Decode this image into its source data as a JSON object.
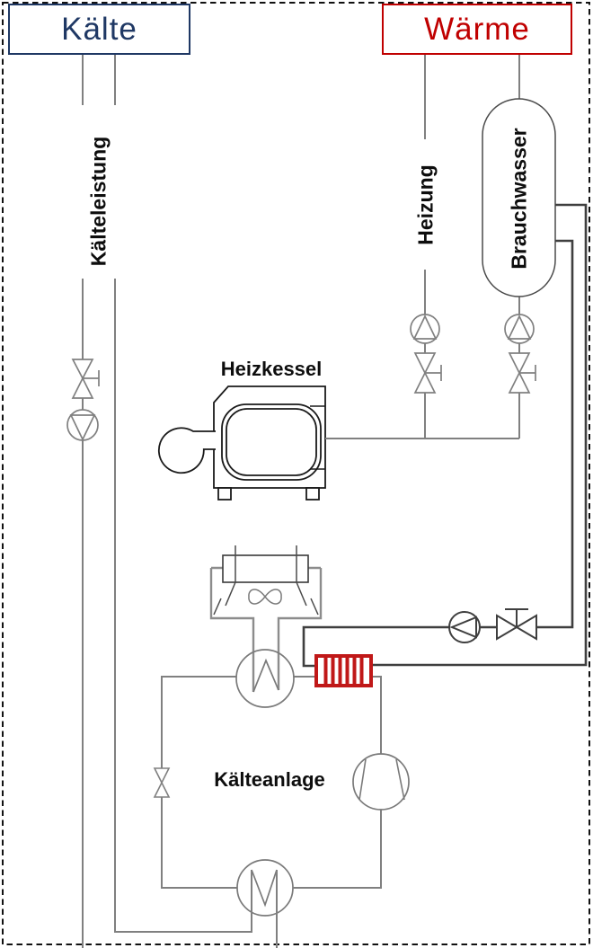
{
  "diagram": {
    "title_left": "Kälte",
    "title_right": "Wärme",
    "labels": {
      "cold_output": "Kälteleistung",
      "heating": "Heizung",
      "dhw_tank": "Brauchwasser",
      "boiler": "Heizkessel",
      "chiller": "Kälteanlage"
    },
    "colors": {
      "cold_accent": "#1f3864",
      "heat_accent": "#c00000",
      "pipe_gray": "#808080",
      "pipe_dark": "#3f3f3f",
      "radiator_red": "#c01818",
      "outline_black": "#1a1a1a",
      "background": "#ffffff"
    }
  }
}
